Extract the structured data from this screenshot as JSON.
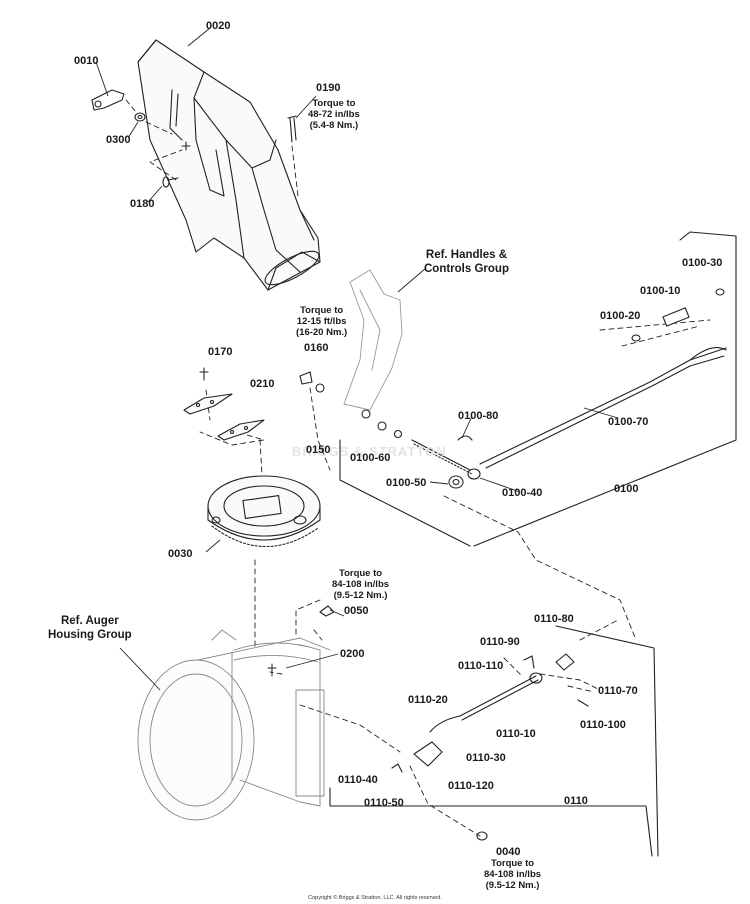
{
  "labels": {
    "p0010": "0010",
    "p0020": "0020",
    "p0030": "0030",
    "p0040": "0040",
    "p0050": "0050",
    "p0100": "0100",
    "p0100_10": "0100-10",
    "p0100_20": "0100-20",
    "p0100_30": "0100-30",
    "p0100_40": "0100-40",
    "p0100_50": "0100-50",
    "p0100_60": "0100-60",
    "p0100_70": "0100-70",
    "p0100_80": "0100-80",
    "p0110": "0110",
    "p0110_10": "0110-10",
    "p0110_20": "0110-20",
    "p0110_30": "0110-30",
    "p0110_40": "0110-40",
    "p0110_50": "0110-50",
    "p0110_70": "0110-70",
    "p0110_80": "0110-80",
    "p0110_90": "0110-90",
    "p0110_100": "0110-100",
    "p0110_110": "0110-110",
    "p0110_120": "0110-120",
    "p0150": "0150",
    "p0160": "0160",
    "p0170": "0170",
    "p0180": "0180",
    "p0190": "0190",
    "p0200": "0200",
    "p0210": "0210",
    "p0300": "0300"
  },
  "torque_notes": {
    "t0190": [
      "Torque to",
      "48-72 in/lbs",
      "(5.4-8 Nm.)"
    ],
    "t0160": [
      "Torque to",
      "12-15 ft/lbs",
      "(16-20 Nm.)"
    ],
    "t0050": [
      "Torque to",
      "84-108 in/lbs",
      "(9.5-12 Nm.)"
    ],
    "t0040": [
      "Torque to",
      "84-108 in/lbs",
      "(9.5-12 Nm.)"
    ]
  },
  "references": {
    "handles": [
      "Ref. Handles &",
      "Controls Group"
    ],
    "auger": [
      "Ref. Auger",
      "Housing Group"
    ]
  },
  "watermark": "BRIGGS & STRATTON",
  "copyright": "Copyright © Briggs & Stratton, LLC. All rights reserved."
}
